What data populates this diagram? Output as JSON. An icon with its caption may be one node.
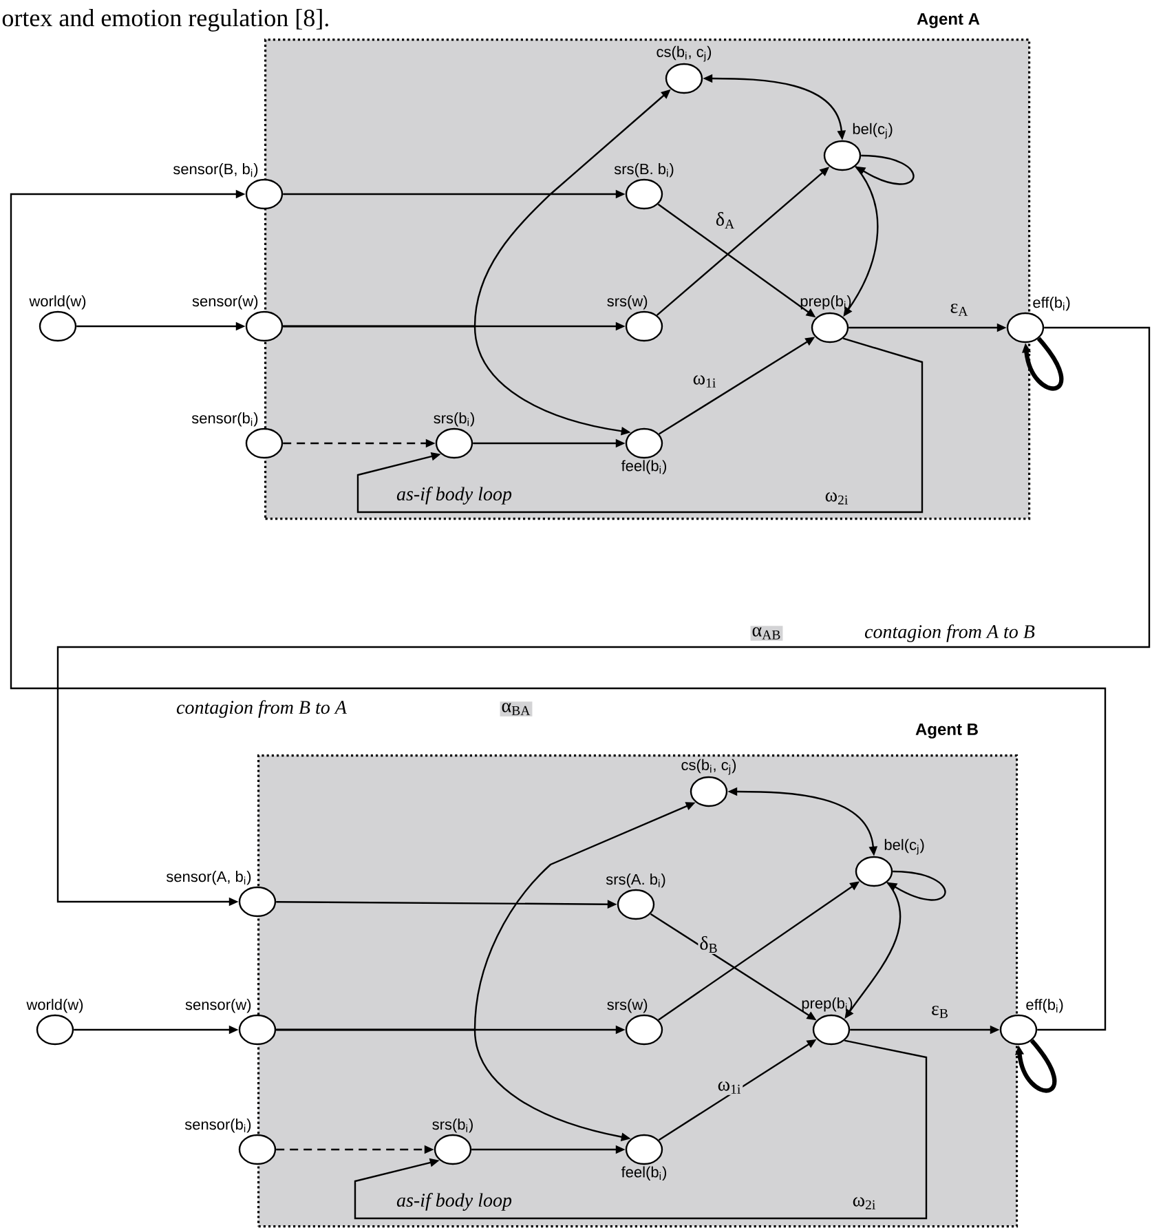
{
  "diagram": {
    "nodes": [
      {
        "text": [
          "Agent A"
        ]
      },
      {
        "text": [
          "sensor(B, b$_{i}$)"
        ]
      },
      {
        "text": [
          "cs(b$_{i}$, c$_{j}$)"
        ],
        "in": 0
      },
      {
        "text": [
          "bel(c$_{j}$)"
        ],
        "in": 0
      },
      {
        "text": [
          "srs(B. b$_{i}$)"
        ],
        "in": 0
      },
      {
        "text": [
          "world(w)"
        ]
      },
      {
        "text": [
          "sensor(w)"
        ]
      },
      {
        "text": [
          "srs(w)"
        ],
        "in": 0
      },
      {
        "text": [
          "prep(b$_{i}$)"
        ],
        "in": 0
      },
      {
        "text": [
          "eff(b$_{i}$)"
        ]
      },
      {
        "text": [
          "sensor(b$_{i}$)"
        ]
      },
      {
        "text": [
          "srs(b$_{i}$)"
        ],
        "in": 0
      },
      {
        "text": [
          "feel(b$_{i}$)"
        ],
        "in": 0
      },
      {
        "text": [
          "Agent B"
        ]
      },
      {
        "text": [
          "cs(b$_{i}$, c$_{j}$)"
        ],
        "in": 13
      },
      {
        "text": [
          "bel(c$_{j}$)"
        ],
        "in": 13
      },
      {
        "text": [
          "sensor(A, b$_{i}$)"
        ]
      },
      {
        "text": [
          "srs(A. b$_{i}$)"
        ],
        "in": 13
      },
      {
        "text": [
          "world(w)"
        ]
      },
      {
        "text": [
          "sensor(w)"
        ]
      },
      {
        "text": [
          "srs(w)"
        ],
        "in": 13
      },
      {
        "text": [
          "prep(b$_{i}$)"
        ],
        "in": 13
      },
      {
        "text": [
          "eff(b$_{i}$)"
        ]
      },
      {
        "text": [
          "sensor(b$_{i}$)"
        ]
      },
      {
        "text": [
          "srs(b$_{i}$)"
        ],
        "in": 13
      },
      {
        "text": [
          "feel(b$_{i}$)"
        ],
        "in": 13
      }
    ],
    "edges": [
      {
        "from": 5,
        "to": 6,
        "arrow": "to"
      },
      {
        "from": 1,
        "to": 4,
        "arrow": "to"
      },
      {
        "from": 6,
        "to": 7,
        "arrow": "to"
      },
      {
        "from": 10,
        "to": 11,
        "arrow": "to",
        "style": "dashed"
      },
      {
        "from": 11,
        "to": 12,
        "arrow": "to"
      },
      {
        "from": 6,
        "to": 2,
        "arrow": "to"
      },
      {
        "from": 6,
        "to": 12,
        "arrow": "to"
      },
      {
        "from": 4,
        "to": 8,
        "arrow": "to",
        "label": "δ$_{A}$"
      },
      {
        "from": 7,
        "to": 3,
        "arrow": "to"
      },
      {
        "from": 12,
        "to": 8,
        "arrow": "to",
        "label": "ω$_{1i}$"
      },
      {
        "from": 2,
        "to": 3,
        "arrow": "both"
      },
      {
        "from": 3,
        "to": 3,
        "arrow": "to"
      },
      {
        "from": 3,
        "to": 8,
        "arrow": "to"
      },
      {
        "from": 8,
        "to": 9,
        "arrow": "to",
        "label": "ε$_{A}$"
      },
      {
        "from": 9,
        "to": 9,
        "arrow": "to",
        "style": "thick"
      },
      {
        "from": 8,
        "to": 11,
        "arrow": "to",
        "label": "ω$_{2i}$"
      },
      {
        "from": 9,
        "to": 16,
        "arrow": "to",
        "label": "α$_{AB}$"
      },
      {
        "from": 18,
        "to": 19,
        "arrow": "to"
      },
      {
        "from": 16,
        "to": 17,
        "arrow": "to"
      },
      {
        "from": 19,
        "to": 20,
        "arrow": "to"
      },
      {
        "from": 23,
        "to": 24,
        "arrow": "to",
        "style": "dashed"
      },
      {
        "from": 24,
        "to": 25,
        "arrow": "to"
      },
      {
        "from": 19,
        "to": 14,
        "arrow": "to"
      },
      {
        "from": 19,
        "to": 25,
        "arrow": "to"
      },
      {
        "from": 17,
        "to": 21,
        "arrow": "to",
        "label": "δ$_{B}$"
      },
      {
        "from": 20,
        "to": 15,
        "arrow": "to"
      },
      {
        "from": 25,
        "to": 21,
        "arrow": "to",
        "label": "ω$_{1i}$"
      },
      {
        "from": 14,
        "to": 15,
        "arrow": "both"
      },
      {
        "from": 15,
        "to": 15,
        "arrow": "to"
      },
      {
        "from": 15,
        "to": 21,
        "arrow": "to"
      },
      {
        "from": 21,
        "to": 22,
        "arrow": "to",
        "label": "ε$_{B}$"
      },
      {
        "from": 22,
        "to": 22,
        "arrow": "to",
        "style": "thick"
      },
      {
        "from": 21,
        "to": 24,
        "arrow": "to",
        "label": "ω$_{2i}$"
      },
      {
        "from": 22,
        "to": 1,
        "arrow": "to",
        "label": "α$_{BA}$"
      }
    ],
    "labels": [
      "ortex and emotion regulation [8].",
      "as-if body loop",
      "contagion from A to B",
      "contagion from B to A",
      "as-if body loop"
    ]
  }
}
